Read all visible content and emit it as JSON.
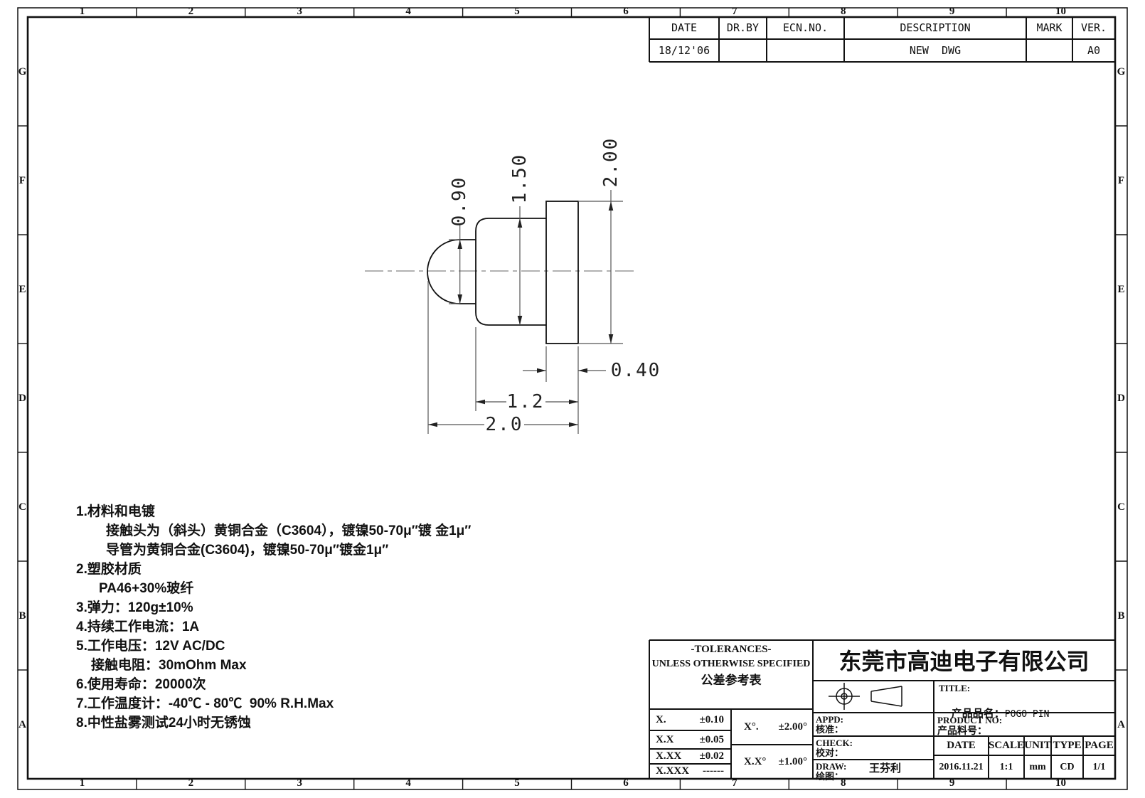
{
  "border": {
    "columns": [
      "1",
      "2",
      "3",
      "4",
      "5",
      "6",
      "7",
      "8",
      "9",
      "10"
    ],
    "rows": [
      "G",
      "F",
      "E",
      "D",
      "C",
      "B",
      "A"
    ]
  },
  "revision_table": {
    "headers": [
      "DATE",
      "DR.BY",
      "ECN.NO.",
      "DESCRIPTION",
      "MARK",
      "VER."
    ],
    "row": [
      "18/12'06",
      "",
      "",
      "NEW  DWG",
      "",
      "A0"
    ]
  },
  "drawing": {
    "dims": {
      "tip_height": "0.90",
      "body_height": "1.50",
      "flange_height": "2.00",
      "flange_thickness": "0.40",
      "body_length": "1.2",
      "overall_length": "2.0"
    }
  },
  "notes": {
    "lines": [
      {
        "pad": 0,
        "text": "1.材料和电镀"
      },
      {
        "pad": 42,
        "text": "接触头为（斜头）黄铜合金（C3604），镀镍50-70μ″镀 金1μ″"
      },
      {
        "pad": 42,
        "text": "导管为黄铜合金(C3604)，镀镍50-70μ″镀金1μ″"
      },
      {
        "pad": 0,
        "text": "2.塑胶材质"
      },
      {
        "pad": 32,
        "text": "PA46+30%玻纤"
      },
      {
        "pad": 0,
        "text": "3.弹力：120g±10%"
      },
      {
        "pad": 0,
        "text": "4.持续工作电流：1A"
      },
      {
        "pad": 0,
        "text": "5.工作电压：12V AC/DC"
      },
      {
        "pad": 21,
        "text": "接触电阻：30mOhm Max"
      },
      {
        "pad": 0,
        "text": "6.使用寿命：20000次"
      },
      {
        "pad": 0,
        "text": "7.工作温度计：-40℃ - 80℃  90% R.H.Max"
      },
      {
        "pad": 0,
        "text": "8.中性盐雾测试24小时无锈蚀"
      }
    ]
  },
  "title_block": {
    "tolerances": {
      "title1": "-TOLERANCES-",
      "title2": "UNLESS OTHERWISE SPECIFIED",
      "title3": "公差参考表",
      "linear": [
        [
          "X.",
          "±0.10"
        ],
        [
          "X.X",
          "±0.05"
        ],
        [
          "X.XX",
          "±0.02"
        ],
        [
          "X.XXX",
          "------"
        ]
      ],
      "angular": [
        [
          "X°.",
          "±2.00°"
        ],
        [
          "X.X°",
          "±1.00°"
        ]
      ]
    },
    "company": "东莞市高迪电子有限公司",
    "title_label": "TITLE:",
    "product_name_label": "产品品名：",
    "product_name": "POGO PIN",
    "product_no_label": "PRODUCT NO:",
    "product_no_label_cn": "产品料号：",
    "appd_label": "APPD:",
    "appd_label_cn": "核准：",
    "check_label": "CHECK:",
    "check_label_cn": "校对：",
    "draw_label": "DRAW:",
    "draw_label_cn": "绘图：",
    "draw_value": "王芬利",
    "info_headers": [
      "DATE",
      "SCALE",
      "UNIT",
      "TYPE",
      "PAGE"
    ],
    "info_values": [
      "2016.11.21",
      "1:1",
      "mm",
      "CD",
      "1/1"
    ]
  }
}
